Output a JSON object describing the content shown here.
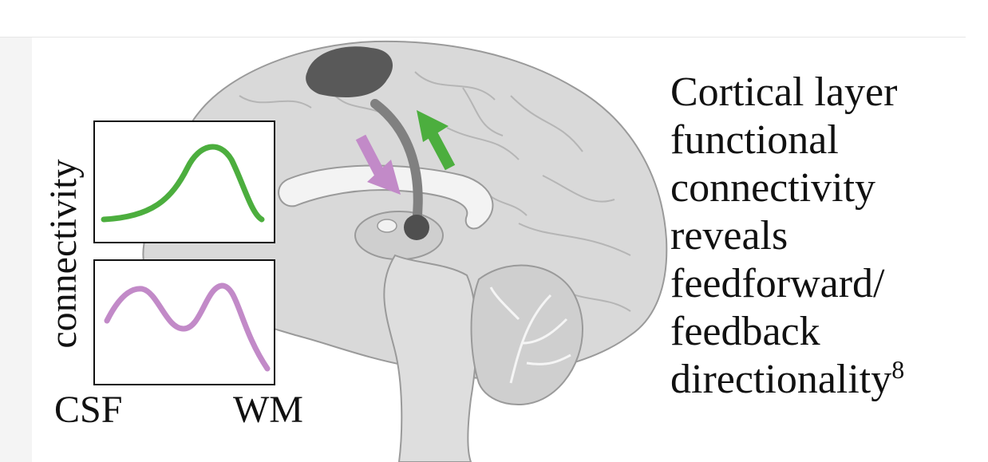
{
  "figure": {
    "inset_plot": {
      "ylabel": "connectivity",
      "x_left_label": "CSF",
      "x_right_label": "WM",
      "top_curve_color": "#4cae3e",
      "bottom_curve_color": "#c28ac8"
    },
    "arrows": {
      "feedback_color": "#c28ac8",
      "feedforward_color": "#4cae3e"
    },
    "headline": {
      "lines": [
        "Cortical layer",
        "functional",
        "connectivity",
        "reveals",
        "feedforward/",
        "feedback",
        "directionality"
      ],
      "superscript": "8"
    }
  }
}
